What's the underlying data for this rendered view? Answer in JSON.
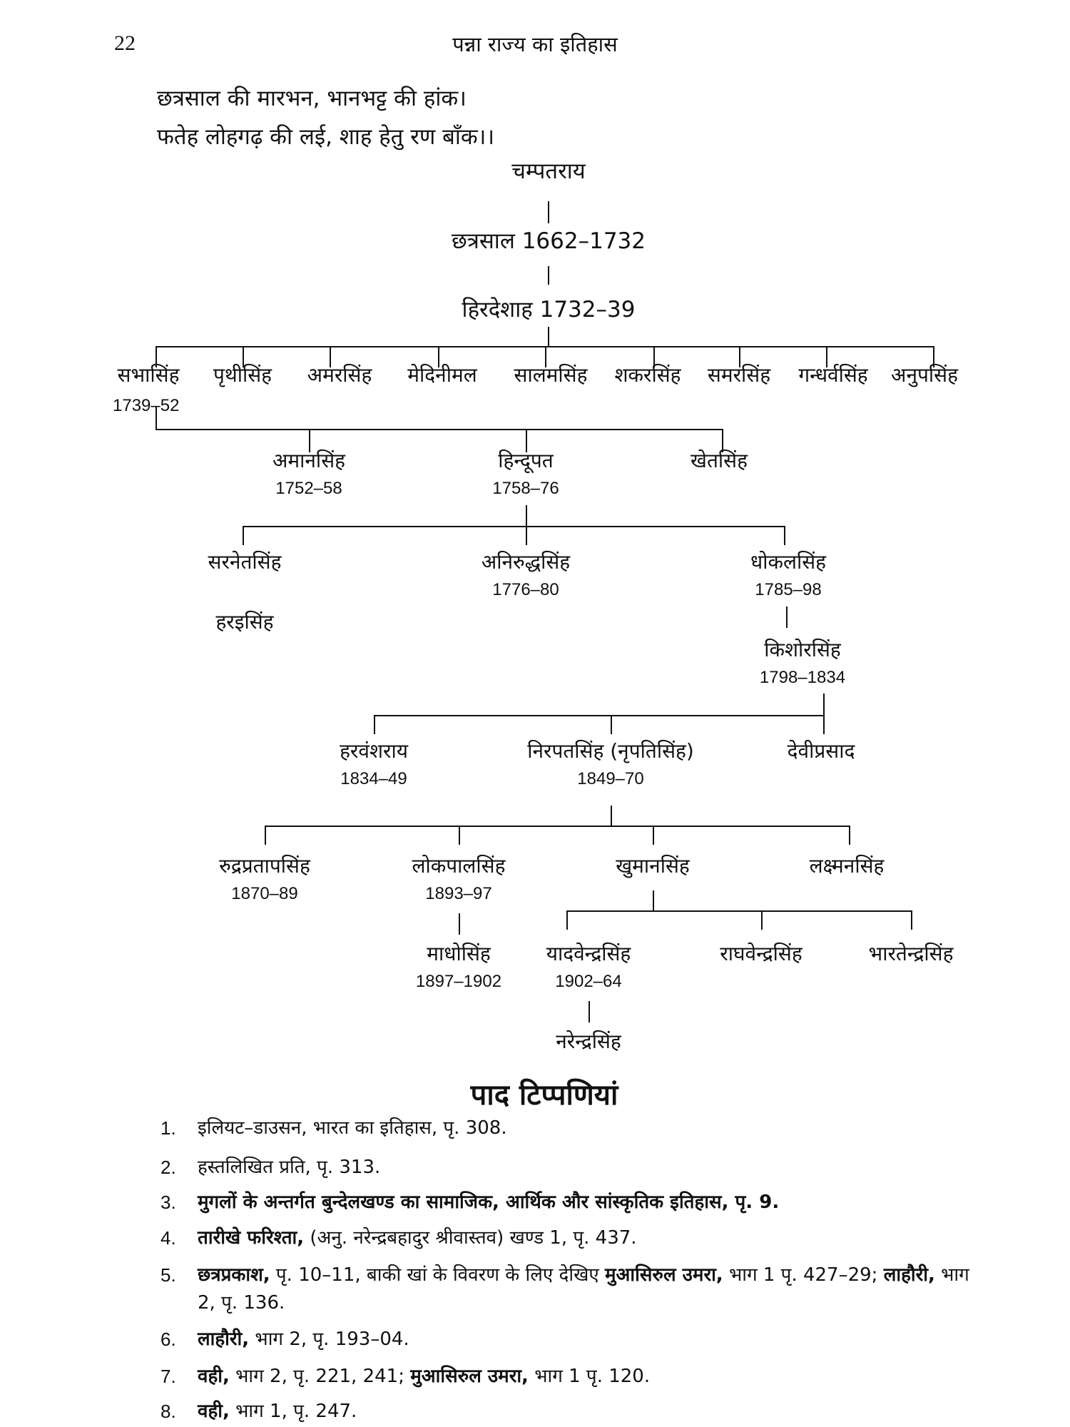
{
  "header": {
    "page_number": "22",
    "running_title": "पन्ना राज्य का इतिहास"
  },
  "verse": [
    "छत्रसाल की मारभन, भानभट्ट की हांक।",
    "फतेह लोहगढ़ की लई, शाह हेतु रण बाँक।।"
  ],
  "tree": {
    "root": {
      "name": "चम्पतराय"
    },
    "chhatrasal": {
      "name": "छत्रसाल 1662–1732"
    },
    "hirdeshah": {
      "name": "हिरदेशाह 1732–39"
    },
    "sons": [
      {
        "name": "सभासिंह",
        "dates": "1739–52"
      },
      {
        "name": "पृथीसिंह"
      },
      {
        "name": "अमरसिंह"
      },
      {
        "name": "मेदिनीमल"
      },
      {
        "name": "सालमसिंह"
      },
      {
        "name": "शकरसिंह"
      },
      {
        "name": "समरसिंह"
      },
      {
        "name": "गन्धर्वसिंह"
      },
      {
        "name": "अनुपसिंह"
      }
    ],
    "gen3": [
      {
        "name": "अमानसिंह",
        "dates": "1752–58"
      },
      {
        "name": "हिन्दूपत",
        "dates": "1758–76"
      },
      {
        "name": "खेतसिंह"
      }
    ],
    "gen4": [
      {
        "name": "सरनेतसिंह"
      },
      {
        "name": "अनिरुद्धसिंह",
        "dates": "1776–80"
      },
      {
        "name": "धोकलसिंह",
        "dates": "1785–98"
      }
    ],
    "harisingh": {
      "name": "हरइसिंह"
    },
    "kishorsingh": {
      "name": "किशोरसिंह",
      "dates": "1798–1834"
    },
    "gen6": [
      {
        "name": "हरवंशराय",
        "dates": "1834–49"
      },
      {
        "name": "निरपतसिंह (नृपतिसिंह)",
        "dates": "1849–70"
      },
      {
        "name": "देवीप्रसाद"
      }
    ],
    "gen7": [
      {
        "name": "रुद्रप्रतापसिंह",
        "dates": "1870–89"
      },
      {
        "name": "लोकपालसिंह",
        "dates": "1893–97"
      },
      {
        "name": "खुमानसिंह"
      },
      {
        "name": "लक्ष्मनसिंह"
      }
    ],
    "madhosingh": {
      "name": "माधोसिंह",
      "dates": "1897–1902"
    },
    "gen8": [
      {
        "name": "यादवेन्द्रसिंह",
        "dates": "1902–64"
      },
      {
        "name": "राघवेन्द्रसिंह"
      },
      {
        "name": "भारतेन्द्रसिंह"
      }
    ],
    "narendrasingh": {
      "name": "नरेन्द्रसिंह"
    }
  },
  "footnotes": {
    "title": "पाद टिप्पणियां",
    "items": [
      {
        "num": "1.",
        "parts": [
          "इलियट–डाउसन, भारत का इतिहास, पृ. 308."
        ]
      },
      {
        "num": "2.",
        "parts": [
          "हस्तलिखित प्रति, पृ. 313."
        ]
      },
      {
        "num": "3.",
        "parts": [
          "मुगलों के अन्तर्गत बुन्देलखण्ड का सामाजिक, आर्थिक और सांस्कृतिक इतिहास, पृ. 9."
        ]
      },
      {
        "num": "4.",
        "parts": [
          "तारीखे फरिश्ता,",
          " (अनु. नरेन्द्रबहादुर श्रीवास्तव) खण्ड 1, पृ. 437."
        ]
      },
      {
        "num": "5.",
        "parts": [
          "छत्रप्रकाश,",
          " पृ. 10–11, बाकी खां के विवरण के लिए देखिए ",
          "मुआसिरुल उमरा,",
          " भाग 1 पृ. 427–29; ",
          "लाहौरी,",
          " भाग 2, पृ. 136."
        ]
      },
      {
        "num": "6.",
        "parts": [
          "लाहौरी,",
          " भाग 2, पृ. 193–04."
        ]
      },
      {
        "num": "7.",
        "parts": [
          "वही,",
          " भाग 2, पृ. 221, 241; ",
          "मुआसिरुल उमरा,",
          " भाग 1 पृ. 120."
        ]
      },
      {
        "num": "8.",
        "parts": [
          "वही,",
          " भाग 1, पृ. 247."
        ]
      }
    ]
  }
}
